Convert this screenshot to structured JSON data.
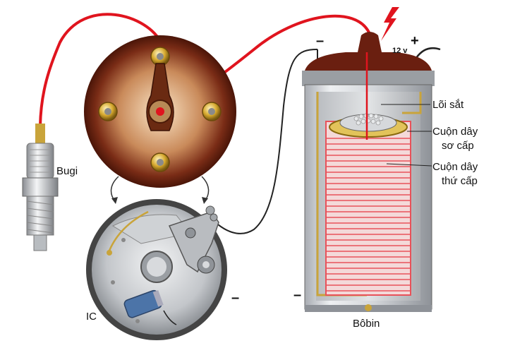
{
  "labels": {
    "bugi": "Bugi",
    "ic": "IC",
    "bobin": "Bôbin",
    "loi_sat": "Lõi sắt",
    "cuon_so_cap_1": "Cuộn dây",
    "cuon_so_cap_2": "sơ cấp",
    "cuon_thu_cap_1": "Cuộn dây",
    "cuon_thu_cap_2": "thứ cấp",
    "voltage": "12 v",
    "plus": "+",
    "minus_top": "–",
    "minus_bottom_left": "–",
    "minus_ic": "–"
  },
  "colors": {
    "hv_wire": "#e0141e",
    "coil_winding": "#e8525a",
    "distributor_cap": "#8a3a22",
    "brass": "#c9a43a",
    "metal": "#c9ccd0"
  }
}
